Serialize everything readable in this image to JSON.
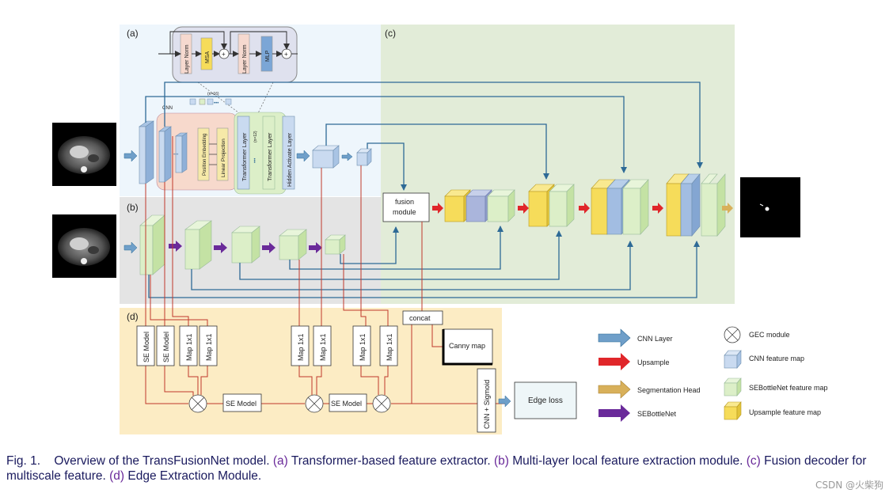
{
  "panels": {
    "a": "(a)",
    "b": "(b)",
    "c": "(c)",
    "d": "(d)"
  },
  "transformer_block": {
    "layer_norm_1": "Layer Norm",
    "msa": "MSA",
    "layer_norm_2": "Layer Norm",
    "mlp": "MLP",
    "plus": "+"
  },
  "encoder": {
    "cnn_label": "CNN",
    "n_tokens": "(n=16)",
    "position_embedding": "Position Embedding",
    "linear_projection": "Linear Projection",
    "transformer_layer_1": "Transformer Layer",
    "transformer_layer_2": "Transformer Layer",
    "n_layers": "(n=12)",
    "hidden_activate": "Hidden Activate Layer",
    "dots": "•••"
  },
  "decoder": {
    "fusion_module": [
      "fusion",
      "module"
    ]
  },
  "edge": {
    "se_model": "SE Model",
    "map_1x1": "Map 1x1",
    "concat": "concat",
    "canny_map": "Canny map",
    "cnn_sigmoid": "CNN + Sigmoid",
    "edge_loss": "Edge loss"
  },
  "legend": {
    "cnn_layer": "CNN Layer",
    "upsample": "Upsample",
    "segmentation_head": "Segmentation Head",
    "sebottlenet": "SEBottleNet",
    "gec_module": "GEC module",
    "cnn_feature_map": "CNN feature map",
    "sebottlenet_feature_map": "SEBottleNet feature map",
    "upsample_feature_map": "Upsample feature map"
  },
  "caption": {
    "fig": "Fig. 1.",
    "intro": "Overview of the TransFusionNet model.",
    "a_tag": "(a)",
    "a_text": "Transformer-based feature extractor.",
    "b_tag": "(b)",
    "b_text": "Multi-layer local feature extraction module.",
    "c_tag": "(c)",
    "c_text": "Fusion decoder for multiscale feature.",
    "d_tag": "(d)",
    "d_text": "Edge Extraction Module."
  },
  "watermark": "CSDN @火柴狗",
  "colors": {
    "cnn_blue": "#c9daf0",
    "se_green": "#dcefc8",
    "upsample_yellow": "#f6dc5a",
    "arrow_blue": "#6f9fc9",
    "arrow_red": "#e0262a",
    "arrow_purple": "#6a2a9a",
    "arrow_gold": "#d8b05a",
    "line_red": "#c0392b",
    "line_blue": "#2e6a96"
  }
}
